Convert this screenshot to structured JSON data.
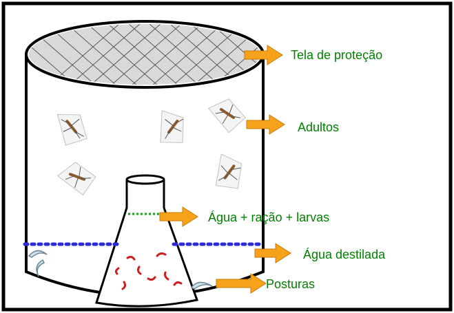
{
  "labels": {
    "screen": "Tela de proteção",
    "adults": "Adultos",
    "food": "Água + ração + larvas",
    "water": "Água destilada",
    "eggs": "Posturas"
  },
  "colors": {
    "frame": "#000000",
    "arrow_fill": "#f7a21b",
    "arrow_stroke": "#c8780a",
    "label_green": "#008000",
    "water_line": "#2b2bd6",
    "food_line": "#1f9a1f",
    "larvae": "#cc1f1f",
    "mesh_fill": "#d9d9d9",
    "egg_fill": "#cfe3ea"
  },
  "icons": [
    "mosquito-icon",
    "arrow-right-icon",
    "egg-raft-icon",
    "larva-icon"
  ]
}
